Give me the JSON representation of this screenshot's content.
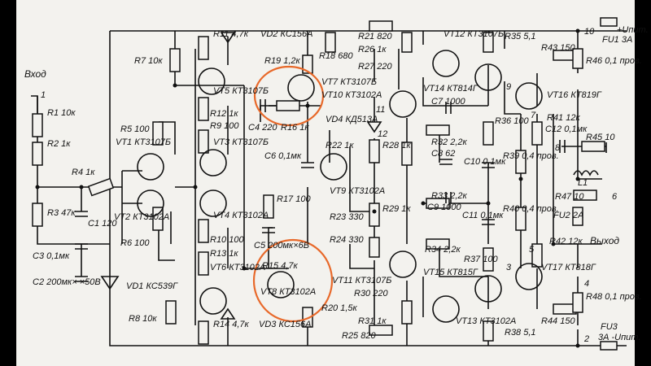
{
  "labels": {
    "input": "Вход",
    "output": "Выход",
    "plus_supply": "+Uпит.",
    "minus_supply": "3А -Uпит.",
    "n1": "1",
    "n2": "2",
    "n3": "3",
    "n4": "4",
    "n5": "5",
    "n6": "6",
    "n7": "7",
    "n8": "8",
    "n9": "9",
    "n10": "10",
    "n11": "11",
    "n12": "12",
    "R1": "R1 10к",
    "R2": "R2 1к",
    "R3": "R3 47к",
    "C1": "C1 120",
    "C3": "C3 0,1мк",
    "C2": "C2 200мк× ×50В",
    "R4": "R4 1к",
    "R5": "R5 100",
    "VT1": "VT1 КТ3107Б",
    "VT2": "VT2 КТ3102А",
    "R6": "R6 100",
    "VD1": "VD1 КС539Г",
    "R8": "R8 10к",
    "R7": "R7 10к",
    "R11": "R11 4,7к",
    "VD2": "VD2 КС156А",
    "R19": "R19 1,2к",
    "R18": "R18 680",
    "R21": "R21 820",
    "R26": "R26 1к",
    "R27": "R27 220",
    "VT5": "VT5 КТ3107Б",
    "R12": "R12 1к",
    "R9": "R9 100",
    "VT3": "VT3 КТ3107Б",
    "VT4": "VT4 КТ3102А",
    "R10": "R10 100",
    "R13": "R13 1к",
    "VT6": "VT6 КТ3102А",
    "R14": "R14 4,7к",
    "VD3": "VD3 КС156А",
    "VT7": "VT7 КТ3107Б",
    "VT10": "VT10 КТ3102А",
    "C4": "C4 220",
    "R16": "R16 1к",
    "VD4": "VD4 КД513А",
    "R22": "R22 1к",
    "C6": "C6 0,1мк",
    "R28": "R28 1к",
    "R17": "R17 100",
    "C5": "C5 200мк×6В",
    "VT9": "VT9 КТ3102А",
    "R23": "R23 330",
    "R29": "R29 1к",
    "R24": "R24 330",
    "R15": "R15 4,7к",
    "VT8": "VT8 КТ3102А",
    "R20": "R20 1,5к",
    "VT11": "VT11 КТ3107Б",
    "R30": "R30 220",
    "R31": "R31 1к",
    "R25": "R25 820",
    "VT12": "VT12 КТ3107Б",
    "R35": "R35 5,1",
    "VT14": "VT14 КТ814Г",
    "C7": "C7 1000",
    "R36": "R36 100",
    "R32": "R32 2,2к",
    "C8": "C8 62",
    "C10": "C10 0,1мк",
    "R39": "R39 0,4 пров.",
    "R33": "R33 2,2к",
    "C9": "C9 1000",
    "C11": "C11 0,1мк",
    "R40": "R40 0,4 пров.",
    "R34": "R34 2,2к",
    "R37": "R37 100",
    "VT15": "VT15 КТ815Г",
    "VT13": "VT13 КТ3102А",
    "R38": "R38 5,1",
    "FU1": "FU1 3А",
    "R43": "R43 150",
    "R46": "R46 0,1 пров.",
    "VT16": "VT16 КТ819Г",
    "R41": "R41 12к",
    "C12": "C12 0,1мк",
    "R45": "R45 10",
    "L1": "L1",
    "R47": "R47 10",
    "FU2": "FU2 2А",
    "R42": "R42 12к",
    "VT17": "VT17 КТ818Г",
    "R48": "R48 0,1 пров.",
    "R44": "R44 150",
    "FU3": "FU3"
  },
  "colors": {
    "paper": "#f3f2ee",
    "ink": "#111111",
    "highlight": "#e8692a",
    "frame": "#000000"
  }
}
